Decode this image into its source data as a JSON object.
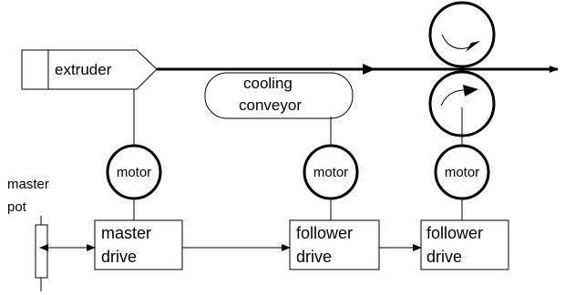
{
  "labels": {
    "extruder": "extruder",
    "cooling_line1": "cooling",
    "cooling_line2": "conveyor",
    "motor_1": "motor",
    "motor_2": "motor",
    "motor_3": "motor",
    "master_pot_line1": "master",
    "master_pot_line2": "pot",
    "master_drive_line1": "master",
    "master_drive_line2": "drive",
    "follower1_line1": "follower",
    "follower1_line2": "drive",
    "follower2_line1": "follower",
    "follower2_line2": "drive"
  }
}
